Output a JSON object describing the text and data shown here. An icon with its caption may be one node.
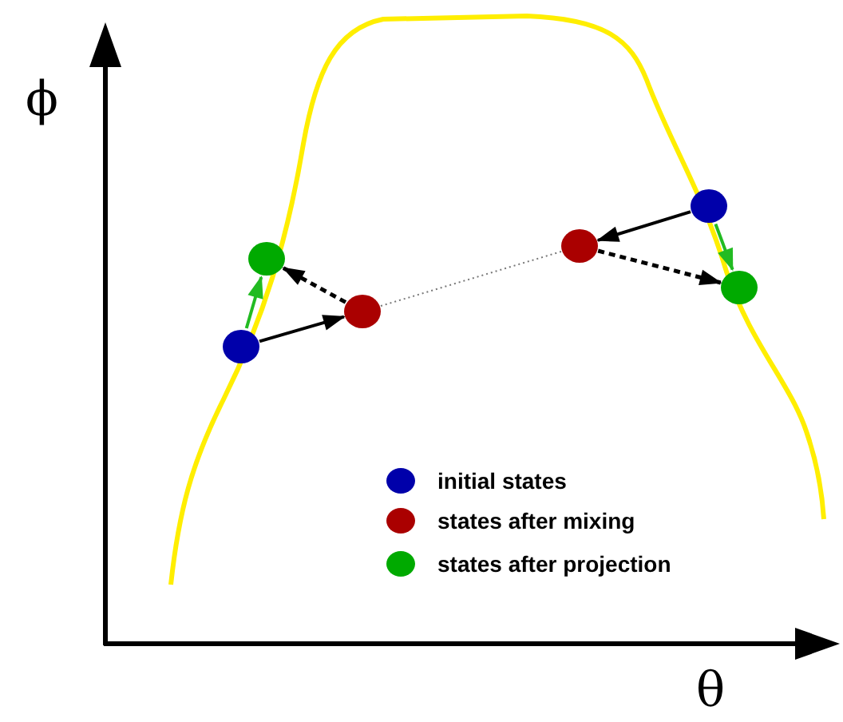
{
  "diagram": {
    "nodes": [
      {
        "text": [],
        "shape": "circle"
      },
      {
        "text": [],
        "shape": "circle"
      },
      {
        "text": [],
        "shape": "circle"
      },
      {
        "text": [],
        "shape": "circle"
      },
      {
        "text": [],
        "shape": "circle"
      },
      {
        "text": [],
        "shape": "circle"
      }
    ],
    "edges": [
      {
        "from": 0,
        "to": 1,
        "arrow": "to",
        "color": "#22bb22"
      },
      {
        "from": 0,
        "to": 2,
        "arrow": "to"
      },
      {
        "from": 2,
        "to": 1,
        "arrow": "to",
        "style": "dashed"
      },
      {
        "from": 2,
        "to": 3,
        "arrow": "none",
        "style": "dashed",
        "color": "#777777"
      },
      {
        "from": 4,
        "to": 3,
        "arrow": "to"
      },
      {
        "from": 4,
        "to": 5,
        "arrow": "to",
        "color": "#22bb22"
      },
      {
        "from": 3,
        "to": 5,
        "arrow": "to",
        "style": "dashed"
      }
    ],
    "labels": [
      "ϕ",
      "θ"
    ],
    "legend": [
      {
        "text": "initial states",
        "color": "#0000aa"
      },
      {
        "text": "states after mixing",
        "color": "#aa0000"
      },
      {
        "text": "states after projection",
        "color": "#00aa00"
      }
    ]
  }
}
